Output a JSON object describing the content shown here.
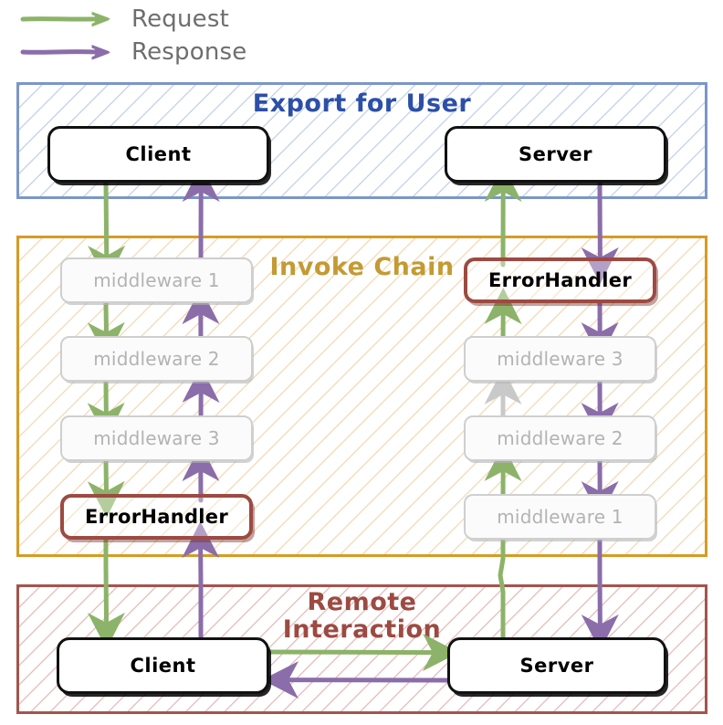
{
  "legend": {
    "items": [
      {
        "label": "Request",
        "color": "#8cb369",
        "icon": "arrow-right-icon"
      },
      {
        "label": "Response",
        "color": "#8b6daa",
        "icon": "arrow-right-icon"
      }
    ]
  },
  "colors": {
    "request_green": "#8cb369",
    "response_purple": "#8b6daa",
    "inactive_gray": "#c9c9c9",
    "export_border": "#7b96c8",
    "export_title": "#2c4fa8",
    "invoke_border": "#d79b23",
    "invoke_title": "#c49a33",
    "remote_border": "#a4544c",
    "remote_title": "#9c4a42",
    "error_border": "#9c4a42",
    "node_border": "#111111",
    "middleware_border": "#cfcfcf",
    "middleware_text": "#b3b3b3"
  },
  "sections": [
    {
      "id": "export",
      "title": "Export for User",
      "nodes": [
        {
          "id": "export-client",
          "label": "Client",
          "kind": "hard"
        },
        {
          "id": "export-server",
          "label": "Server",
          "kind": "hard"
        }
      ]
    },
    {
      "id": "invoke",
      "title": "Invoke Chain",
      "left_column": [
        {
          "id": "left-mw1",
          "label": "middleware 1",
          "kind": "middleware"
        },
        {
          "id": "left-mw2",
          "label": "middleware 2",
          "kind": "middleware"
        },
        {
          "id": "left-mw3",
          "label": "middleware 3",
          "kind": "middleware"
        },
        {
          "id": "left-err",
          "label": "ErrorHandler",
          "kind": "error"
        }
      ],
      "right_column": [
        {
          "id": "right-err",
          "label": "ErrorHandler",
          "kind": "error"
        },
        {
          "id": "right-mw3",
          "label": "middleware 3",
          "kind": "middleware"
        },
        {
          "id": "right-mw2",
          "label": "middleware 2",
          "kind": "middleware"
        },
        {
          "id": "right-mw1",
          "label": "middleware 1",
          "kind": "middleware"
        }
      ]
    },
    {
      "id": "remote",
      "title": "Remote\nInteraction",
      "nodes": [
        {
          "id": "remote-client",
          "label": "Client",
          "kind": "hard"
        },
        {
          "id": "remote-server",
          "label": "Server",
          "kind": "hard"
        }
      ]
    }
  ]
}
